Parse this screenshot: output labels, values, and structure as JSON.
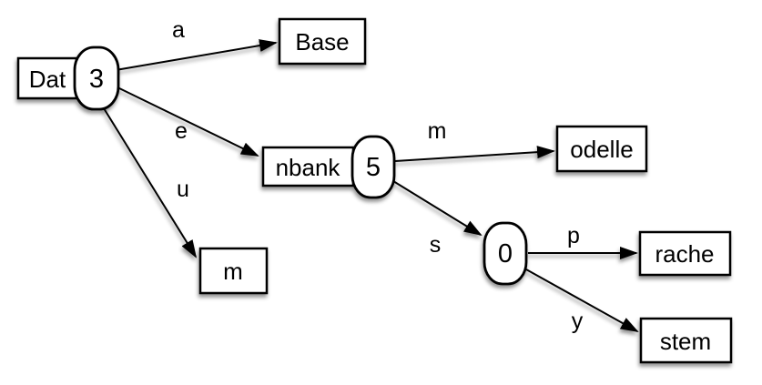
{
  "diagram": {
    "type": "trie-graph",
    "colors": {
      "background": "#ffffff",
      "node_fill": "#ffffff",
      "node_stroke": "#000000",
      "edge": "#000000",
      "text": "#000000"
    },
    "nodes": [
      {
        "id": "dat",
        "label": "Dat",
        "shape": "rect"
      },
      {
        "id": "n3",
        "label": "3",
        "shape": "pill"
      },
      {
        "id": "base",
        "label": "Base",
        "shape": "rect"
      },
      {
        "id": "nbank",
        "label": "nbank",
        "shape": "rect"
      },
      {
        "id": "n5",
        "label": "5",
        "shape": "pill"
      },
      {
        "id": "m",
        "label": "m",
        "shape": "rect"
      },
      {
        "id": "odelle",
        "label": "odelle",
        "shape": "rect"
      },
      {
        "id": "n0",
        "label": "0",
        "shape": "pill"
      },
      {
        "id": "rache",
        "label": "rache",
        "shape": "rect"
      },
      {
        "id": "stem",
        "label": "stem",
        "shape": "rect"
      }
    ],
    "edges": [
      {
        "from": "n3",
        "to": "base",
        "label": "a"
      },
      {
        "from": "n3",
        "to": "nbank",
        "label": "e"
      },
      {
        "from": "n3",
        "to": "m",
        "label": "u"
      },
      {
        "from": "n5",
        "to": "odelle",
        "label": "m"
      },
      {
        "from": "n5",
        "to": "n0",
        "label": "s"
      },
      {
        "from": "n0",
        "to": "rache",
        "label": "p"
      },
      {
        "from": "n0",
        "to": "stem",
        "label": "y"
      }
    ]
  }
}
